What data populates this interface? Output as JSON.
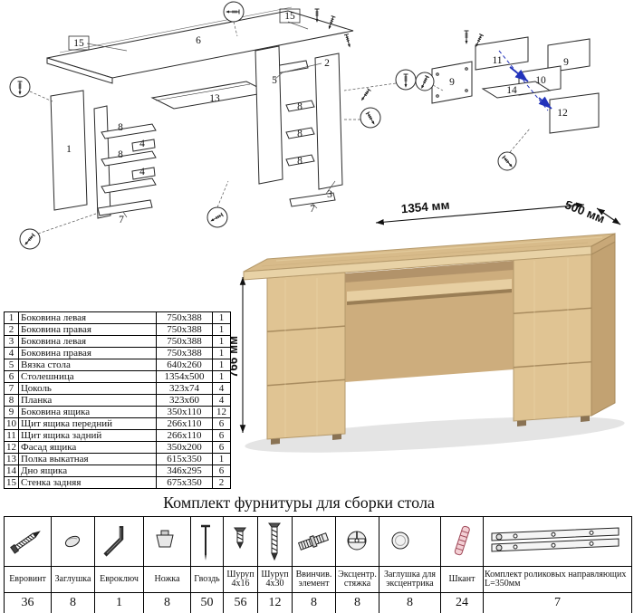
{
  "page": {
    "hardware_title": "Комплект фурнитуры для сборки стола"
  },
  "parts_table": {
    "rows": [
      {
        "num": "1",
        "name": "Боковина левая",
        "size": "750x388",
        "qty": "1"
      },
      {
        "num": "2",
        "name": "Боковина правая",
        "size": "750x388",
        "qty": "1"
      },
      {
        "num": "3",
        "name": "Боковина левая",
        "size": "750x388",
        "qty": "1"
      },
      {
        "num": "4",
        "name": "Боковина правая",
        "size": "750x388",
        "qty": "1"
      },
      {
        "num": "5",
        "name": "Вязка стола",
        "size": "640x260",
        "qty": "1"
      },
      {
        "num": "6",
        "name": "Столешница",
        "size": "1354x500",
        "qty": "1"
      },
      {
        "num": "7",
        "name": "Цоколь",
        "size": "323x74",
        "qty": "4"
      },
      {
        "num": "8",
        "name": "Планка",
        "size": "323x60",
        "qty": "4"
      },
      {
        "num": "9",
        "name": "Боковина ящика",
        "size": "350x110",
        "qty": "12"
      },
      {
        "num": "10",
        "name": "Щит ящика передний",
        "size": "266x110",
        "qty": "6"
      },
      {
        "num": "11",
        "name": "Щит ящика задний",
        "size": "266x110",
        "qty": "6"
      },
      {
        "num": "12",
        "name": "Фасад ящика",
        "size": "350x200",
        "qty": "6"
      },
      {
        "num": "13",
        "name": "Полка выкатная",
        "size": "615x350",
        "qty": "1"
      },
      {
        "num": "14",
        "name": "Дно ящика",
        "size": "346x295",
        "qty": "6"
      },
      {
        "num": "15",
        "name": "Стенка задняя",
        "size": "675x350",
        "qty": "2"
      }
    ]
  },
  "desk": {
    "dim_width": "1354 мм",
    "dim_depth": "500 мм",
    "dim_height": "766 мм"
  },
  "diagram_main": {
    "labels": [
      "15",
      "6",
      "15",
      "2",
      "5",
      "13",
      "1",
      "8",
      "4",
      "8",
      "4",
      "7",
      "8",
      "8",
      "8",
      "3",
      "7"
    ]
  },
  "diagram_drawer": {
    "labels": [
      "11",
      "9",
      "9",
      "10",
      "14",
      "12"
    ]
  },
  "hardware": {
    "items": [
      {
        "name": "Евровинт",
        "qty": "36",
        "icon": "confirmat-screw-icon"
      },
      {
        "name": "Заглушка",
        "qty": "8",
        "icon": "cap-icon"
      },
      {
        "name": "Евроключ",
        "qty": "1",
        "icon": "hex-key-icon"
      },
      {
        "name": "Ножка",
        "qty": "8",
        "icon": "foot-icon"
      },
      {
        "name": "Гвоздь",
        "qty": "50",
        "icon": "nail-icon"
      },
      {
        "name": "Шуруп 4x16",
        "qty": "56",
        "icon": "screw-small-icon"
      },
      {
        "name": "Шуруп 4x30",
        "qty": "12",
        "icon": "screw-long-icon"
      },
      {
        "name": "Ввинчив. элемент",
        "qty": "8",
        "icon": "threaded-insert-icon"
      },
      {
        "name": "Эксцентр. стяжка",
        "qty": "8",
        "icon": "cam-lock-icon"
      },
      {
        "name": "Заглушка для эксцентрика",
        "qty": "8",
        "icon": "cam-cap-icon"
      },
      {
        "name": "Шкант",
        "qty": "24",
        "icon": "dowel-icon"
      },
      {
        "name": "Комплект роликовых направляющих L=350мм",
        "qty": "7",
        "icon": "roller-slides-icon"
      }
    ]
  }
}
